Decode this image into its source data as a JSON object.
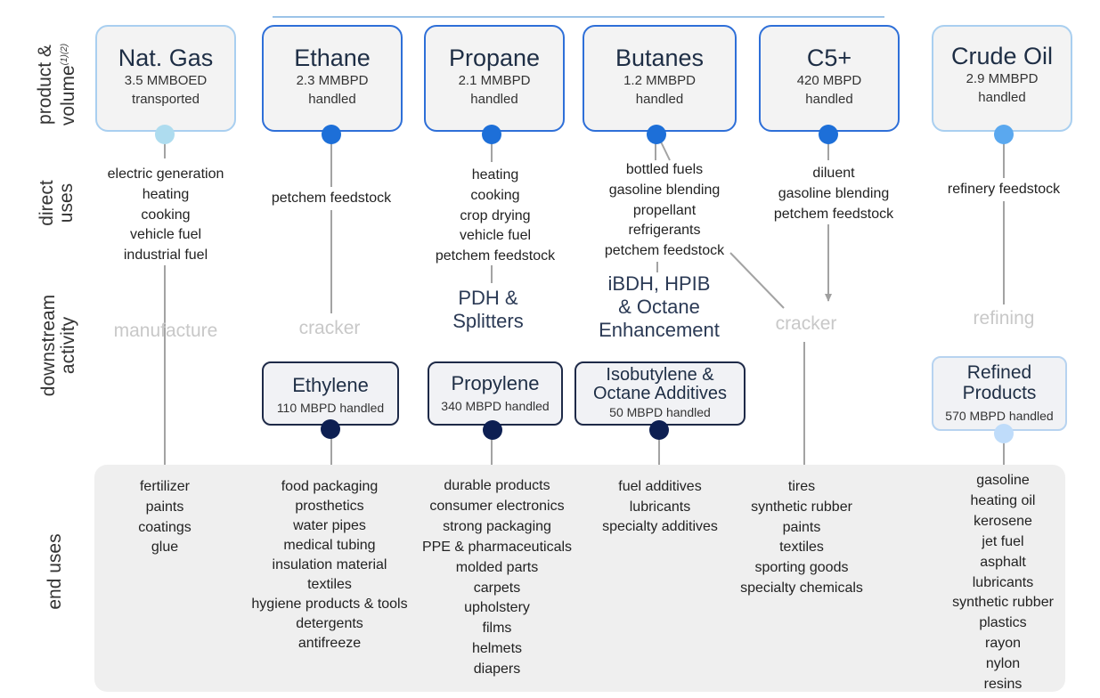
{
  "row_labels": {
    "product_volume": "product &",
    "product_volume_line2": "volume",
    "product_volume_sup": "(1)(2)",
    "direct_uses": "direct",
    "direct_uses_line2": "uses",
    "downstream": "downstream",
    "downstream_line2": "activity",
    "end_uses": "end uses"
  },
  "products": [
    {
      "name": "Nat. Gas",
      "vol1": "3.5 MMBOED",
      "vol2": "transported"
    },
    {
      "name": "Ethane",
      "vol1": "2.3 MMBPD",
      "vol2": "handled"
    },
    {
      "name": "Propane",
      "vol1": "2.1 MMBPD",
      "vol2": "handled"
    },
    {
      "name": "Butanes",
      "vol1": "1.2 MMBPD",
      "vol2": "handled"
    },
    {
      "name": "C5+",
      "vol1": "420 MBPD",
      "vol2": "handled"
    },
    {
      "name": "Crude Oil",
      "vol1": "2.9 MMBPD",
      "vol2": "handled"
    }
  ],
  "direct_uses": [
    [
      "electric generation",
      "heating",
      "cooking",
      "vehicle fuel",
      "industrial fuel"
    ],
    [
      "petchem feedstock"
    ],
    [
      "heating",
      "cooking",
      "crop drying",
      "vehicle fuel",
      "petchem feedstock"
    ],
    [
      "bottled fuels",
      "gasoline blending",
      "propellant",
      "refrigerants",
      "petchem feedstock"
    ],
    [
      "diluent",
      "gasoline blending",
      "petchem feedstock"
    ],
    [
      "refinery feedstock"
    ]
  ],
  "activities": {
    "manufacture": "manufacture",
    "cracker_ethane": "cracker",
    "pdh_line1": "PDH &",
    "pdh_line2": "Splitters",
    "ibdh_line1": "iBDH, HPIB",
    "ibdh_line2": "& Octane",
    "ibdh_line3": "Enhancement",
    "cracker_c5": "cracker",
    "refining": "refining"
  },
  "downstream_products": [
    {
      "name": "Ethylene",
      "name2": "",
      "vol": "110 MBPD handled"
    },
    {
      "name": "Propylene",
      "name2": "",
      "vol": "340 MBPD handled"
    },
    {
      "name": "Isobutylene &",
      "name2": "Octane Additives",
      "vol": "50 MBPD handled"
    },
    {
      "name": "Refined",
      "name2": "Products",
      "vol": "570 MBPD handled"
    }
  ],
  "end_uses": [
    [
      "fertilizer",
      "paints",
      "coatings",
      "glue"
    ],
    [
      "food packaging",
      "prosthetics",
      "water pipes",
      "medical tubing",
      "insulation material",
      "textiles",
      "hygiene products & tools",
      "detergents",
      "antifreeze"
    ],
    [
      "durable products",
      "consumer electronics",
      "strong packaging",
      "PPE & pharmaceuticals",
      "molded parts",
      "carpets",
      "upholstery",
      "films",
      "helmets",
      "diapers"
    ],
    [
      "fuel additives",
      "lubricants",
      "specialty additives"
    ],
    [
      "tires",
      "synthetic rubber",
      "paints",
      "textiles",
      "sporting goods",
      "specialty chemicals"
    ],
    [
      "gasoline",
      "heating oil",
      "kerosene",
      "jet fuel",
      "asphalt",
      "lubricants",
      "synthetic rubber",
      "plastics",
      "rayon",
      "nylon",
      "resins"
    ]
  ],
  "colors": {
    "dark_blue": "#2e6fd8",
    "navy": "#0d1f52",
    "light_blue": "#a9cff0",
    "light_gray_text": "#c8c8c8",
    "band": "#efefef"
  }
}
